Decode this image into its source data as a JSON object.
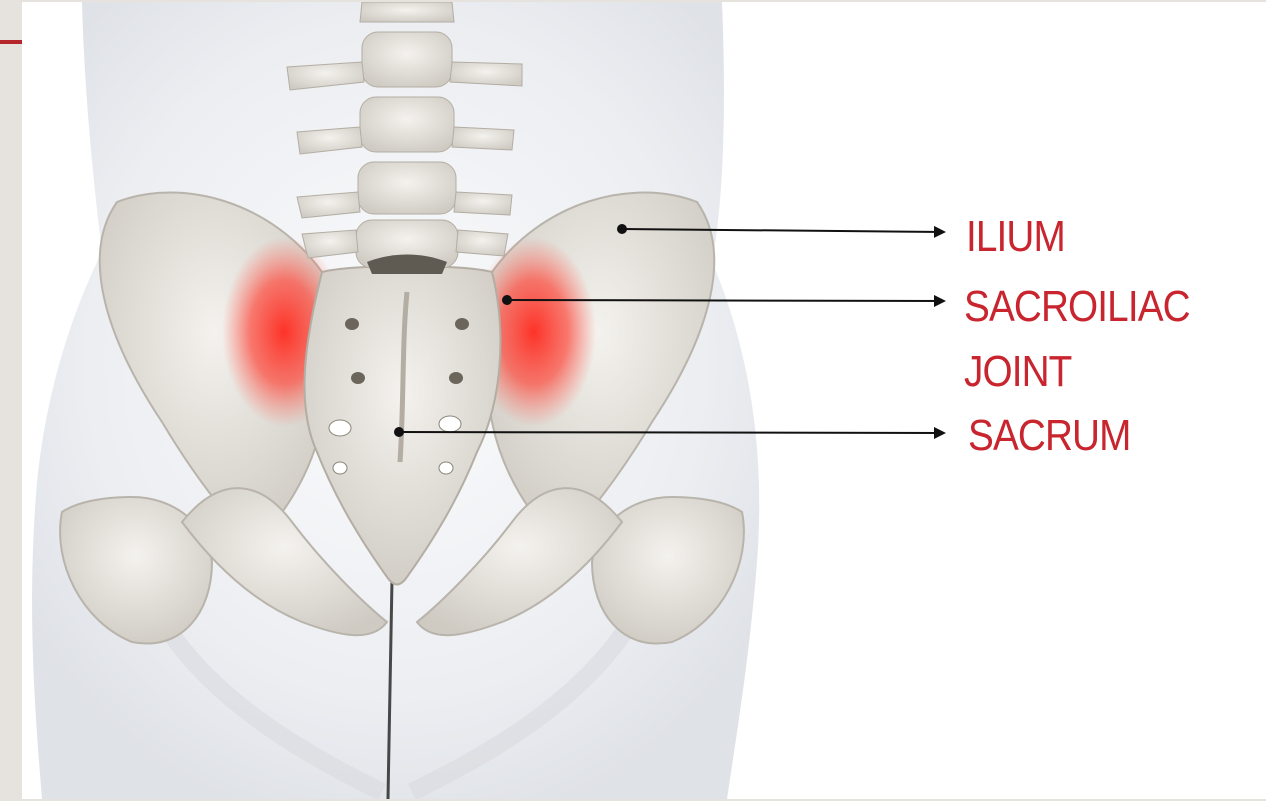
{
  "diagram": {
    "labels": {
      "ilium": "ILIUM",
      "sacroiliac_line1": "SACROILIAC",
      "sacroiliac_line2": "JOINT",
      "sacrum": "SACRUM"
    }
  },
  "colors": {
    "label_red": "#c8252f",
    "accent_red": "#b5262b",
    "highlight_red": "#ff2a1f",
    "bone": "#e9e6e0",
    "body_silhouette": "#f0f1f4",
    "arrow": "#111111",
    "page_frame": "#e6e3de"
  }
}
